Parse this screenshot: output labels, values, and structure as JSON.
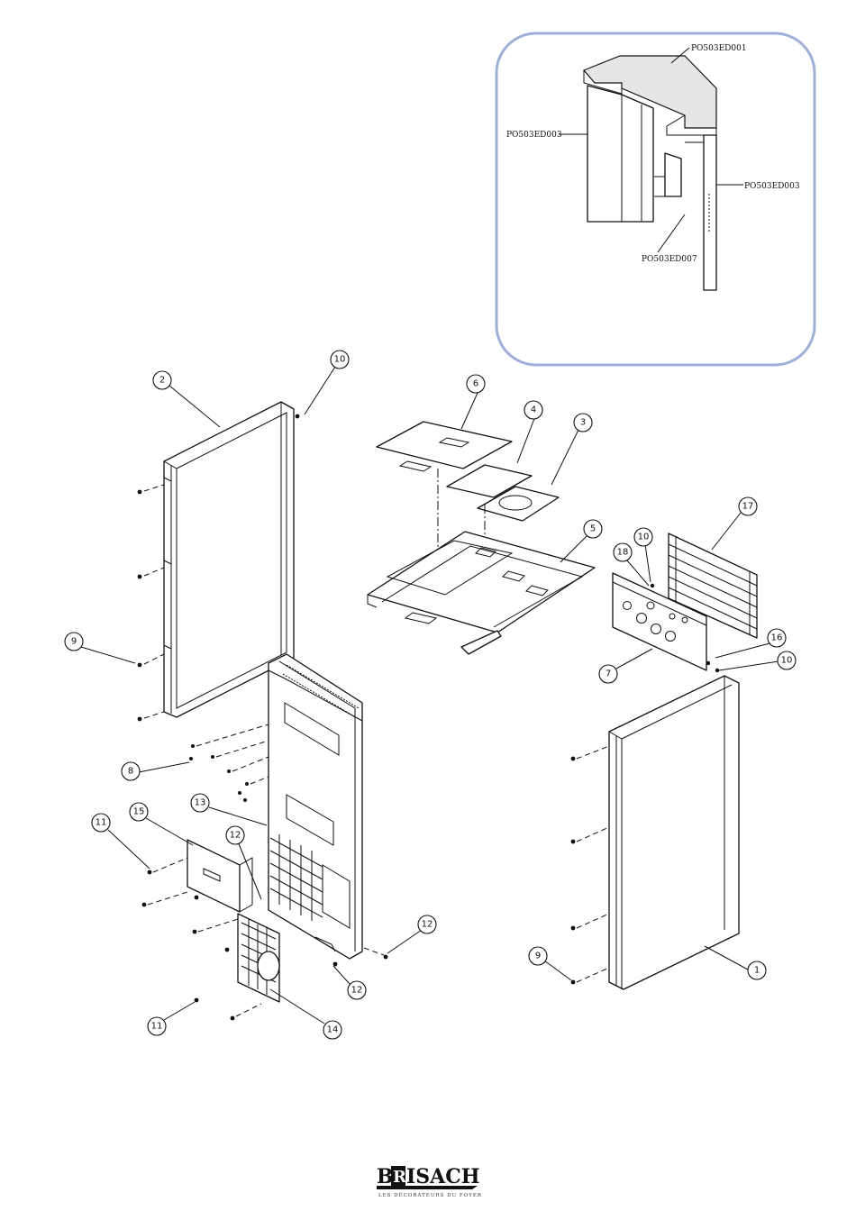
{
  "inset": {
    "refs": [
      "PO503ED001",
      "PO503ED003",
      "PO503ED003",
      "PO503ED007"
    ]
  },
  "callouts": [
    "10",
    "2",
    "6",
    "4",
    "3",
    "9",
    "5",
    "17",
    "10",
    "18",
    "16",
    "10",
    "7",
    "8",
    "13",
    "11",
    "15",
    "12",
    "12",
    "12",
    "11",
    "14",
    "9",
    "1"
  ],
  "logo": {
    "prefix": "B",
    "boxed": "R",
    "suffix": "ISACH",
    "tagline": "LES DÉCORATEURS DU FOYER"
  }
}
